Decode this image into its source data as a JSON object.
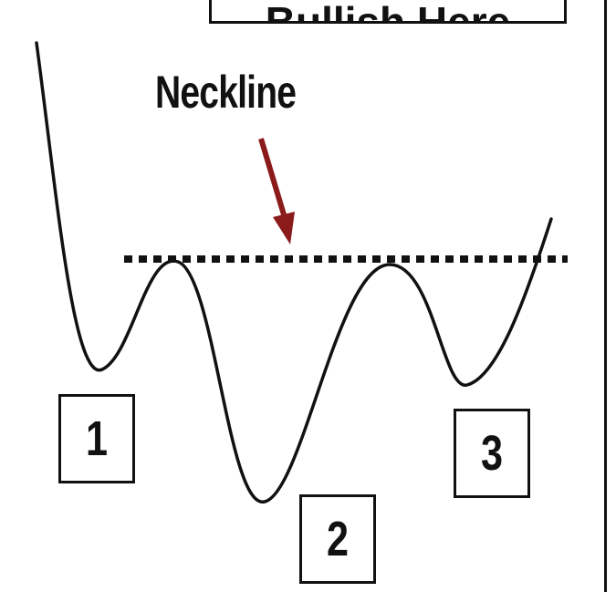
{
  "diagram": {
    "top_box_text": "Bullish Here",
    "neckline_label": "Neckline",
    "markers": [
      "1",
      "2",
      "3"
    ],
    "colors": {
      "ink": "#111111",
      "arrow": "#8b1a1a",
      "background": "#ffffff"
    }
  }
}
